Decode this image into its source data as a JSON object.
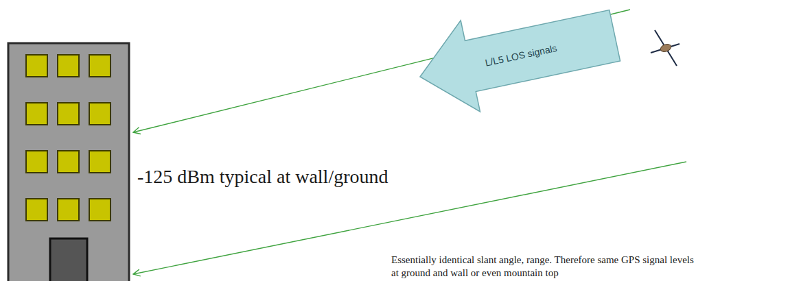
{
  "diagram": {
    "nodes": [
      {
        "text": [
          "L/L5 LOS signals"
        ]
      }
    ],
    "labels": [
      "-125 dBm typical at wall/ground",
      "Essentially identical slant angle, range. Therefore same GPS signal levels at ground and wall or even mountain top"
    ]
  }
}
